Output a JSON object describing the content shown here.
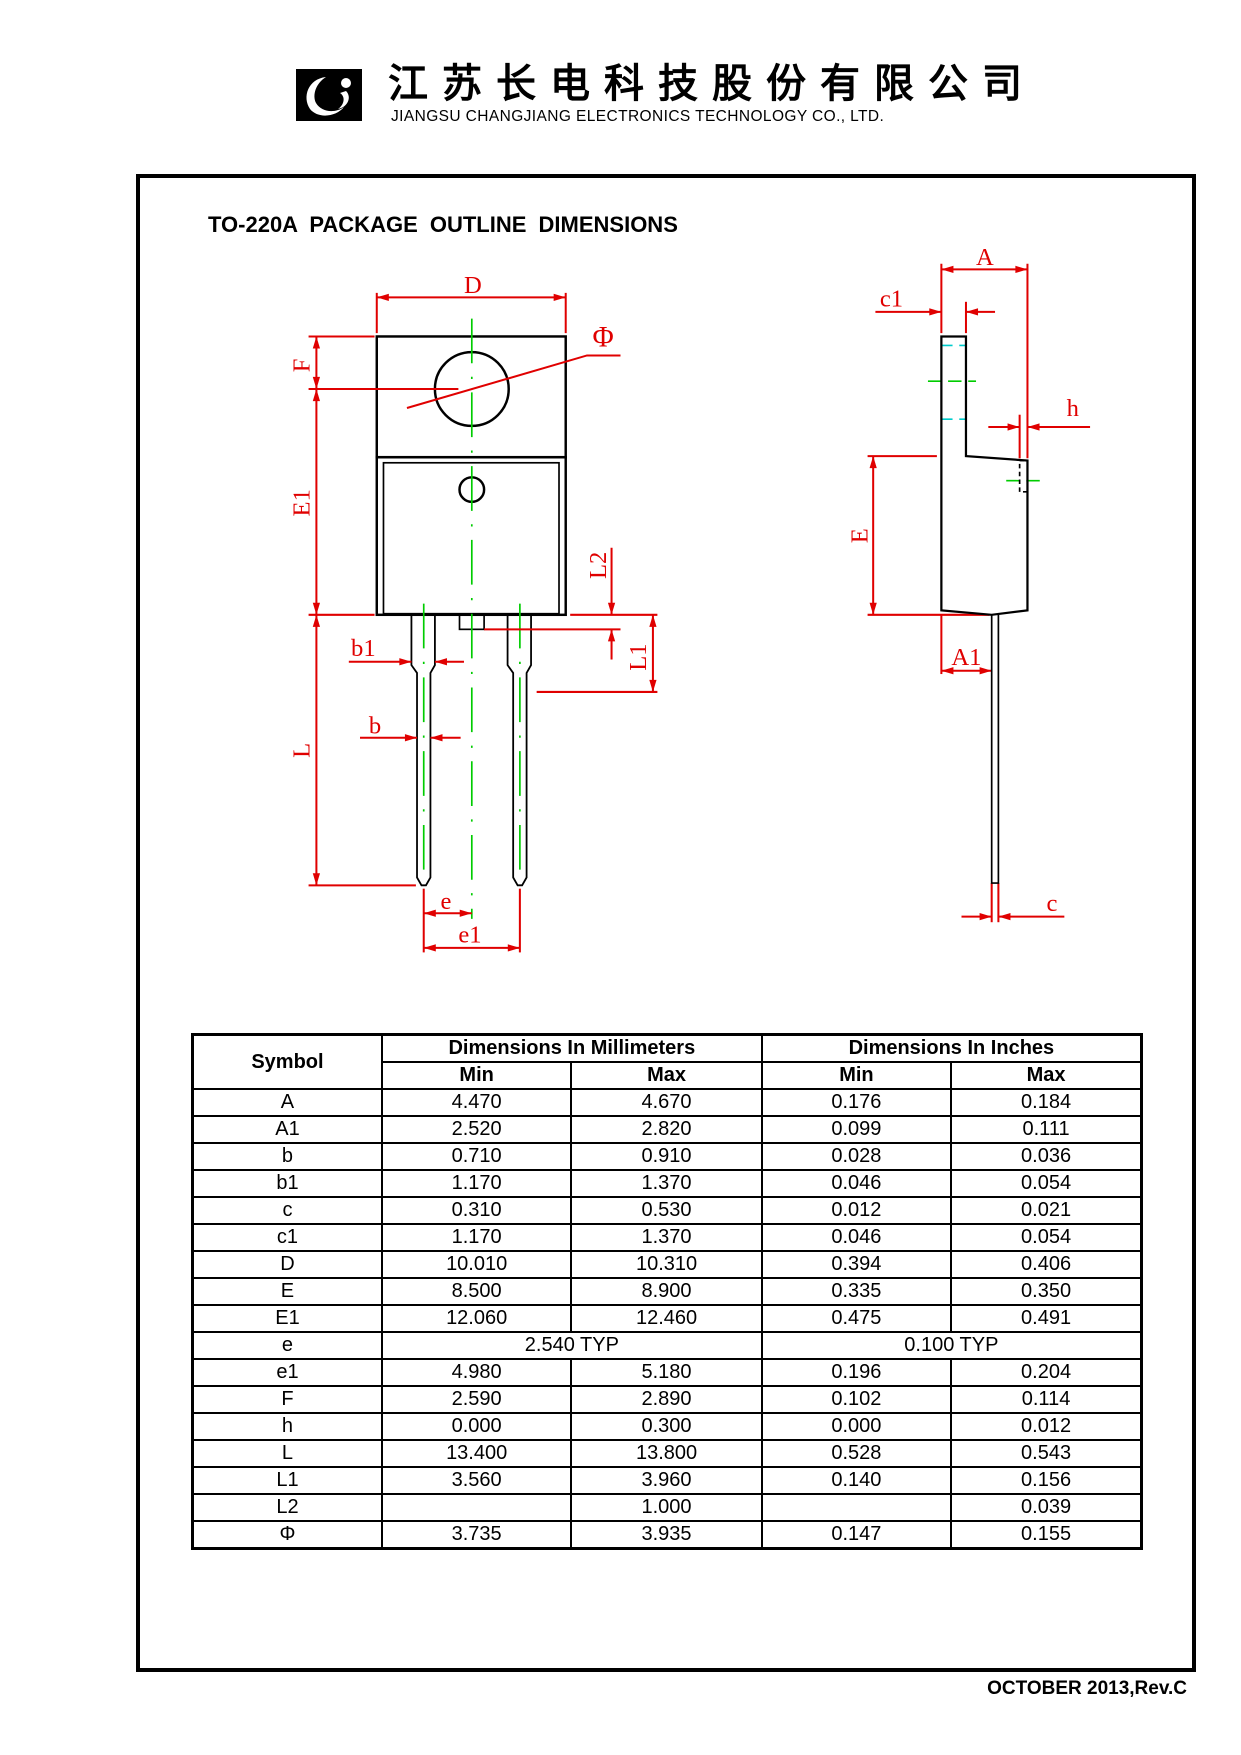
{
  "header": {
    "company_cn": "江苏长电科技股份有限公司",
    "company_en": "JIANGSU CHANGJIANG ELECTRONICS TECHNOLOGY CO., LTD.",
    "logo_icon": "jcet-logo"
  },
  "title": "TO-220A  PACKAGE  OUTLINE  DIMENSIONS",
  "drawing_labels": {
    "D": "D",
    "F": "F",
    "E1": "E1",
    "L": "L",
    "phi": "Φ",
    "L2": "L2",
    "L1": "L1",
    "b1": "b1",
    "b": "b",
    "e": "e",
    "e1": "e1",
    "A": "A",
    "c1": "c1",
    "h": "h",
    "E": "E",
    "A1": "A1",
    "c": "c"
  },
  "table": {
    "symbol_header": "Symbol",
    "mm_header": "Dimensions In Millimeters",
    "in_header": "Dimensions In Inches",
    "min": "Min",
    "max": "Max",
    "rows": [
      {
        "s": "A",
        "mm_min": "4.470",
        "mm_max": "4.670",
        "in_min": "0.176",
        "in_max": "0.184"
      },
      {
        "s": "A1",
        "mm_min": "2.520",
        "mm_max": "2.820",
        "in_min": "0.099",
        "in_max": "0.111"
      },
      {
        "s": "b",
        "mm_min": "0.710",
        "mm_max": "0.910",
        "in_min": "0.028",
        "in_max": "0.036"
      },
      {
        "s": "b1",
        "mm_min": "1.170",
        "mm_max": "1.370",
        "in_min": "0.046",
        "in_max": "0.054"
      },
      {
        "s": "c",
        "mm_min": "0.310",
        "mm_max": "0.530",
        "in_min": "0.012",
        "in_max": "0.021"
      },
      {
        "s": "c1",
        "mm_min": "1.170",
        "mm_max": "1.370",
        "in_min": "0.046",
        "in_max": "0.054"
      },
      {
        "s": "D",
        "mm_min": "10.010",
        "mm_max": "10.310",
        "in_min": "0.394",
        "in_max": "0.406"
      },
      {
        "s": "E",
        "mm_min": "8.500",
        "mm_max": "8.900",
        "in_min": "0.335",
        "in_max": "0.350"
      },
      {
        "s": "E1",
        "mm_min": "12.060",
        "mm_max": "12.460",
        "in_min": "0.475",
        "in_max": "0.491"
      },
      {
        "s": "e",
        "mm_typ": "2.540 TYP",
        "in_typ": "0.100 TYP"
      },
      {
        "s": "e1",
        "mm_min": "4.980",
        "mm_max": "5.180",
        "in_min": "0.196",
        "in_max": "0.204"
      },
      {
        "s": "F",
        "mm_min": "2.590",
        "mm_max": "2.890",
        "in_min": "0.102",
        "in_max": "0.114"
      },
      {
        "s": "h",
        "mm_min": "0.000",
        "mm_max": "0.300",
        "in_min": "0.000",
        "in_max": "0.012"
      },
      {
        "s": "L",
        "mm_min": "13.400",
        "mm_max": "13.800",
        "in_min": "0.528",
        "in_max": "0.543"
      },
      {
        "s": "L1",
        "mm_min": "3.560",
        "mm_max": "3.960",
        "in_min": "0.140",
        "in_max": "0.156"
      },
      {
        "s": "L2",
        "mm_min": "",
        "mm_max": "1.000",
        "in_min": "",
        "in_max": "0.039"
      },
      {
        "s": "Φ",
        "mm_min": "3.735",
        "mm_max": "3.935",
        "in_min": "0.147",
        "in_max": "0.155"
      }
    ]
  },
  "footer": "OCTOBER  2013,Rev.C",
  "colors": {
    "dimension": "#e00000",
    "centerline": "#00cc00",
    "hidden": "#00cccc",
    "outline": "#000000"
  }
}
